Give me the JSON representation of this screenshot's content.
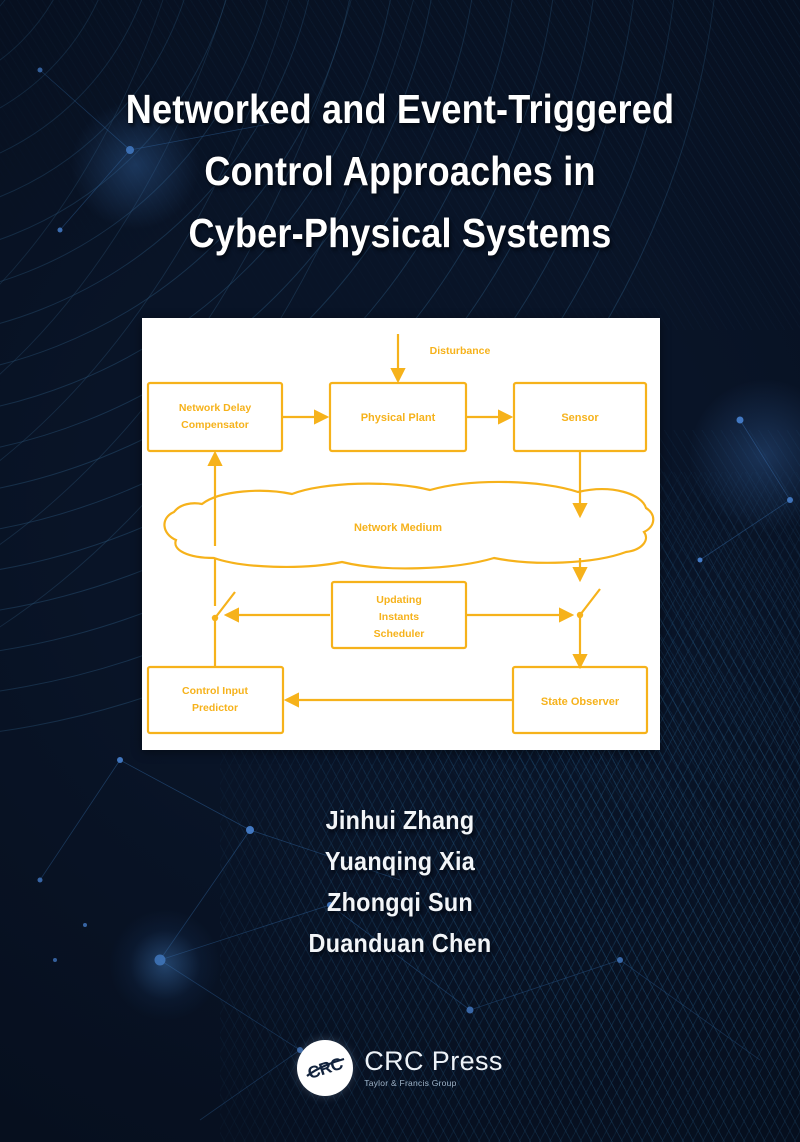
{
  "cover": {
    "title_lines": [
      "Networked and Event-Triggered",
      "Control Approaches in",
      "Cyber-Physical Systems"
    ],
    "authors": [
      "Jinhui Zhang",
      "Yuanqing Xia",
      "Zhongqi Sun",
      "Duanduan Chen"
    ],
    "publisher": {
      "logo_text": "CRC",
      "name": "CRC Press",
      "subtitle": "Taylor & Francis Group"
    },
    "colors": {
      "background_dark": "#091427",
      "background_blue": "#143253",
      "title_text": "#ffffff",
      "diagram_accent": "#f6b21b",
      "panel_background": "#ffffff",
      "network_node": "#3d7fd6"
    }
  },
  "diagram": {
    "title": "Networked control system block diagram",
    "blocks": [
      {
        "id": "network-delay-compensator",
        "label_lines": [
          "Network Delay",
          "Compensator"
        ]
      },
      {
        "id": "physical-plant",
        "label_lines": [
          "Physical Plant"
        ]
      },
      {
        "id": "sensor",
        "label_lines": [
          "Sensor"
        ]
      },
      {
        "id": "network-medium",
        "label_lines": [
          "Network Medium"
        ],
        "shape": "cloud"
      },
      {
        "id": "updating-instants-scheduler",
        "label_lines": [
          "Updating",
          "Instants",
          "Scheduler"
        ]
      },
      {
        "id": "control-input-predictor",
        "label_lines": [
          "Control Input",
          "Predictor"
        ]
      },
      {
        "id": "state-observer",
        "label_lines": [
          "State Observer"
        ]
      }
    ],
    "annotations": [
      {
        "id": "disturbance",
        "label": "Disturbance"
      }
    ],
    "switches": [
      {
        "id": "switch-left"
      },
      {
        "id": "switch-right"
      }
    ],
    "connections": [
      {
        "from": "network-delay-compensator",
        "to": "physical-plant"
      },
      {
        "from": "physical-plant",
        "to": "sensor"
      },
      {
        "from": "disturbance",
        "to": "physical-plant"
      },
      {
        "from": "sensor",
        "to": "network-medium"
      },
      {
        "from": "network-medium",
        "to": "network-delay-compensator"
      },
      {
        "from": "updating-instants-scheduler",
        "to": "switch-left"
      },
      {
        "from": "updating-instants-scheduler",
        "to": "switch-right"
      },
      {
        "from": "switch-left",
        "to": "network-medium"
      },
      {
        "from": "network-medium",
        "to": "switch-right"
      },
      {
        "from": "switch-right",
        "to": "state-observer"
      },
      {
        "from": "state-observer",
        "to": "control-input-predictor"
      },
      {
        "from": "control-input-predictor",
        "to": "switch-left"
      }
    ]
  }
}
